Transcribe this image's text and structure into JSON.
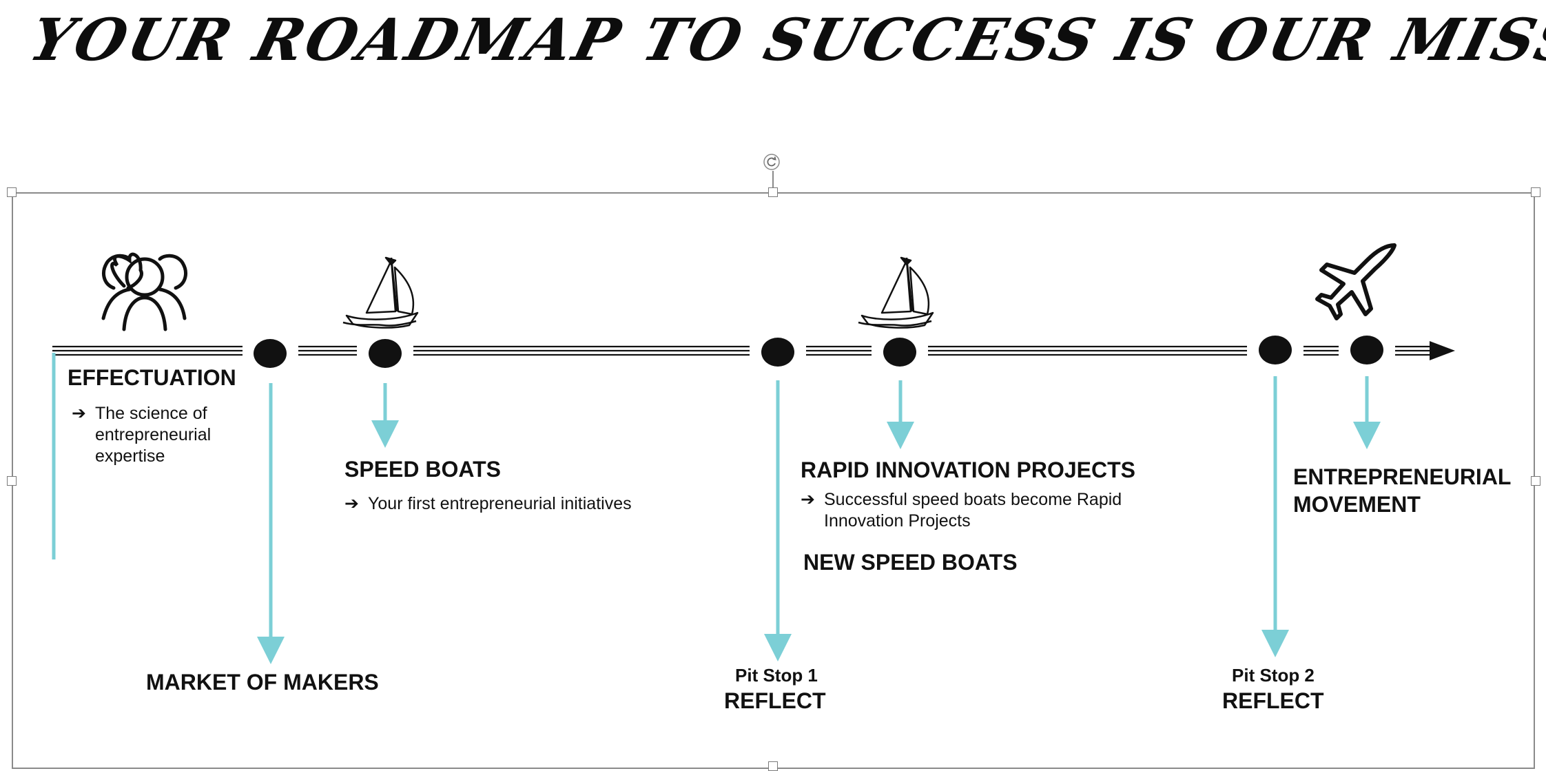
{
  "title": "YOUR ROADMAP TO SUCCESS IS OUR MISSION:",
  "colors": {
    "arrow": "#7ccfd6",
    "line": "#111111",
    "frame": "#8a8a8a"
  },
  "icons": [
    "people-icon",
    "sailboat-icon",
    "sailboat-icon",
    "airplane-icon"
  ],
  "milestones": {
    "effectuation": {
      "heading": "EFFECTUATION",
      "bullet_mark": "➔",
      "bullet_lines": [
        "The science of",
        "entrepreneurial",
        "expertise"
      ]
    },
    "market": {
      "heading": "MARKET OF MAKERS"
    },
    "speed_boats": {
      "heading": "SPEED BOATS",
      "bullet_mark": "➔",
      "bullet": "Your first entrepreneurial initiatives"
    },
    "pit_stop_1": {
      "label": "Pit Stop 1",
      "heading": "REFLECT"
    },
    "rapid": {
      "heading": "RAPID INNOVATION PROJECTS",
      "bullet_mark": "➔",
      "bullet_lines": [
        "Successful speed boats become Rapid",
        "Innovation Projects"
      ],
      "sub_heading": "NEW SPEED BOATS"
    },
    "pit_stop_2": {
      "label": "Pit Stop 2",
      "heading": "REFLECT"
    },
    "movement": {
      "heading_lines": [
        "ENTREPRENEURIAL",
        "MOVEMENT"
      ]
    }
  }
}
